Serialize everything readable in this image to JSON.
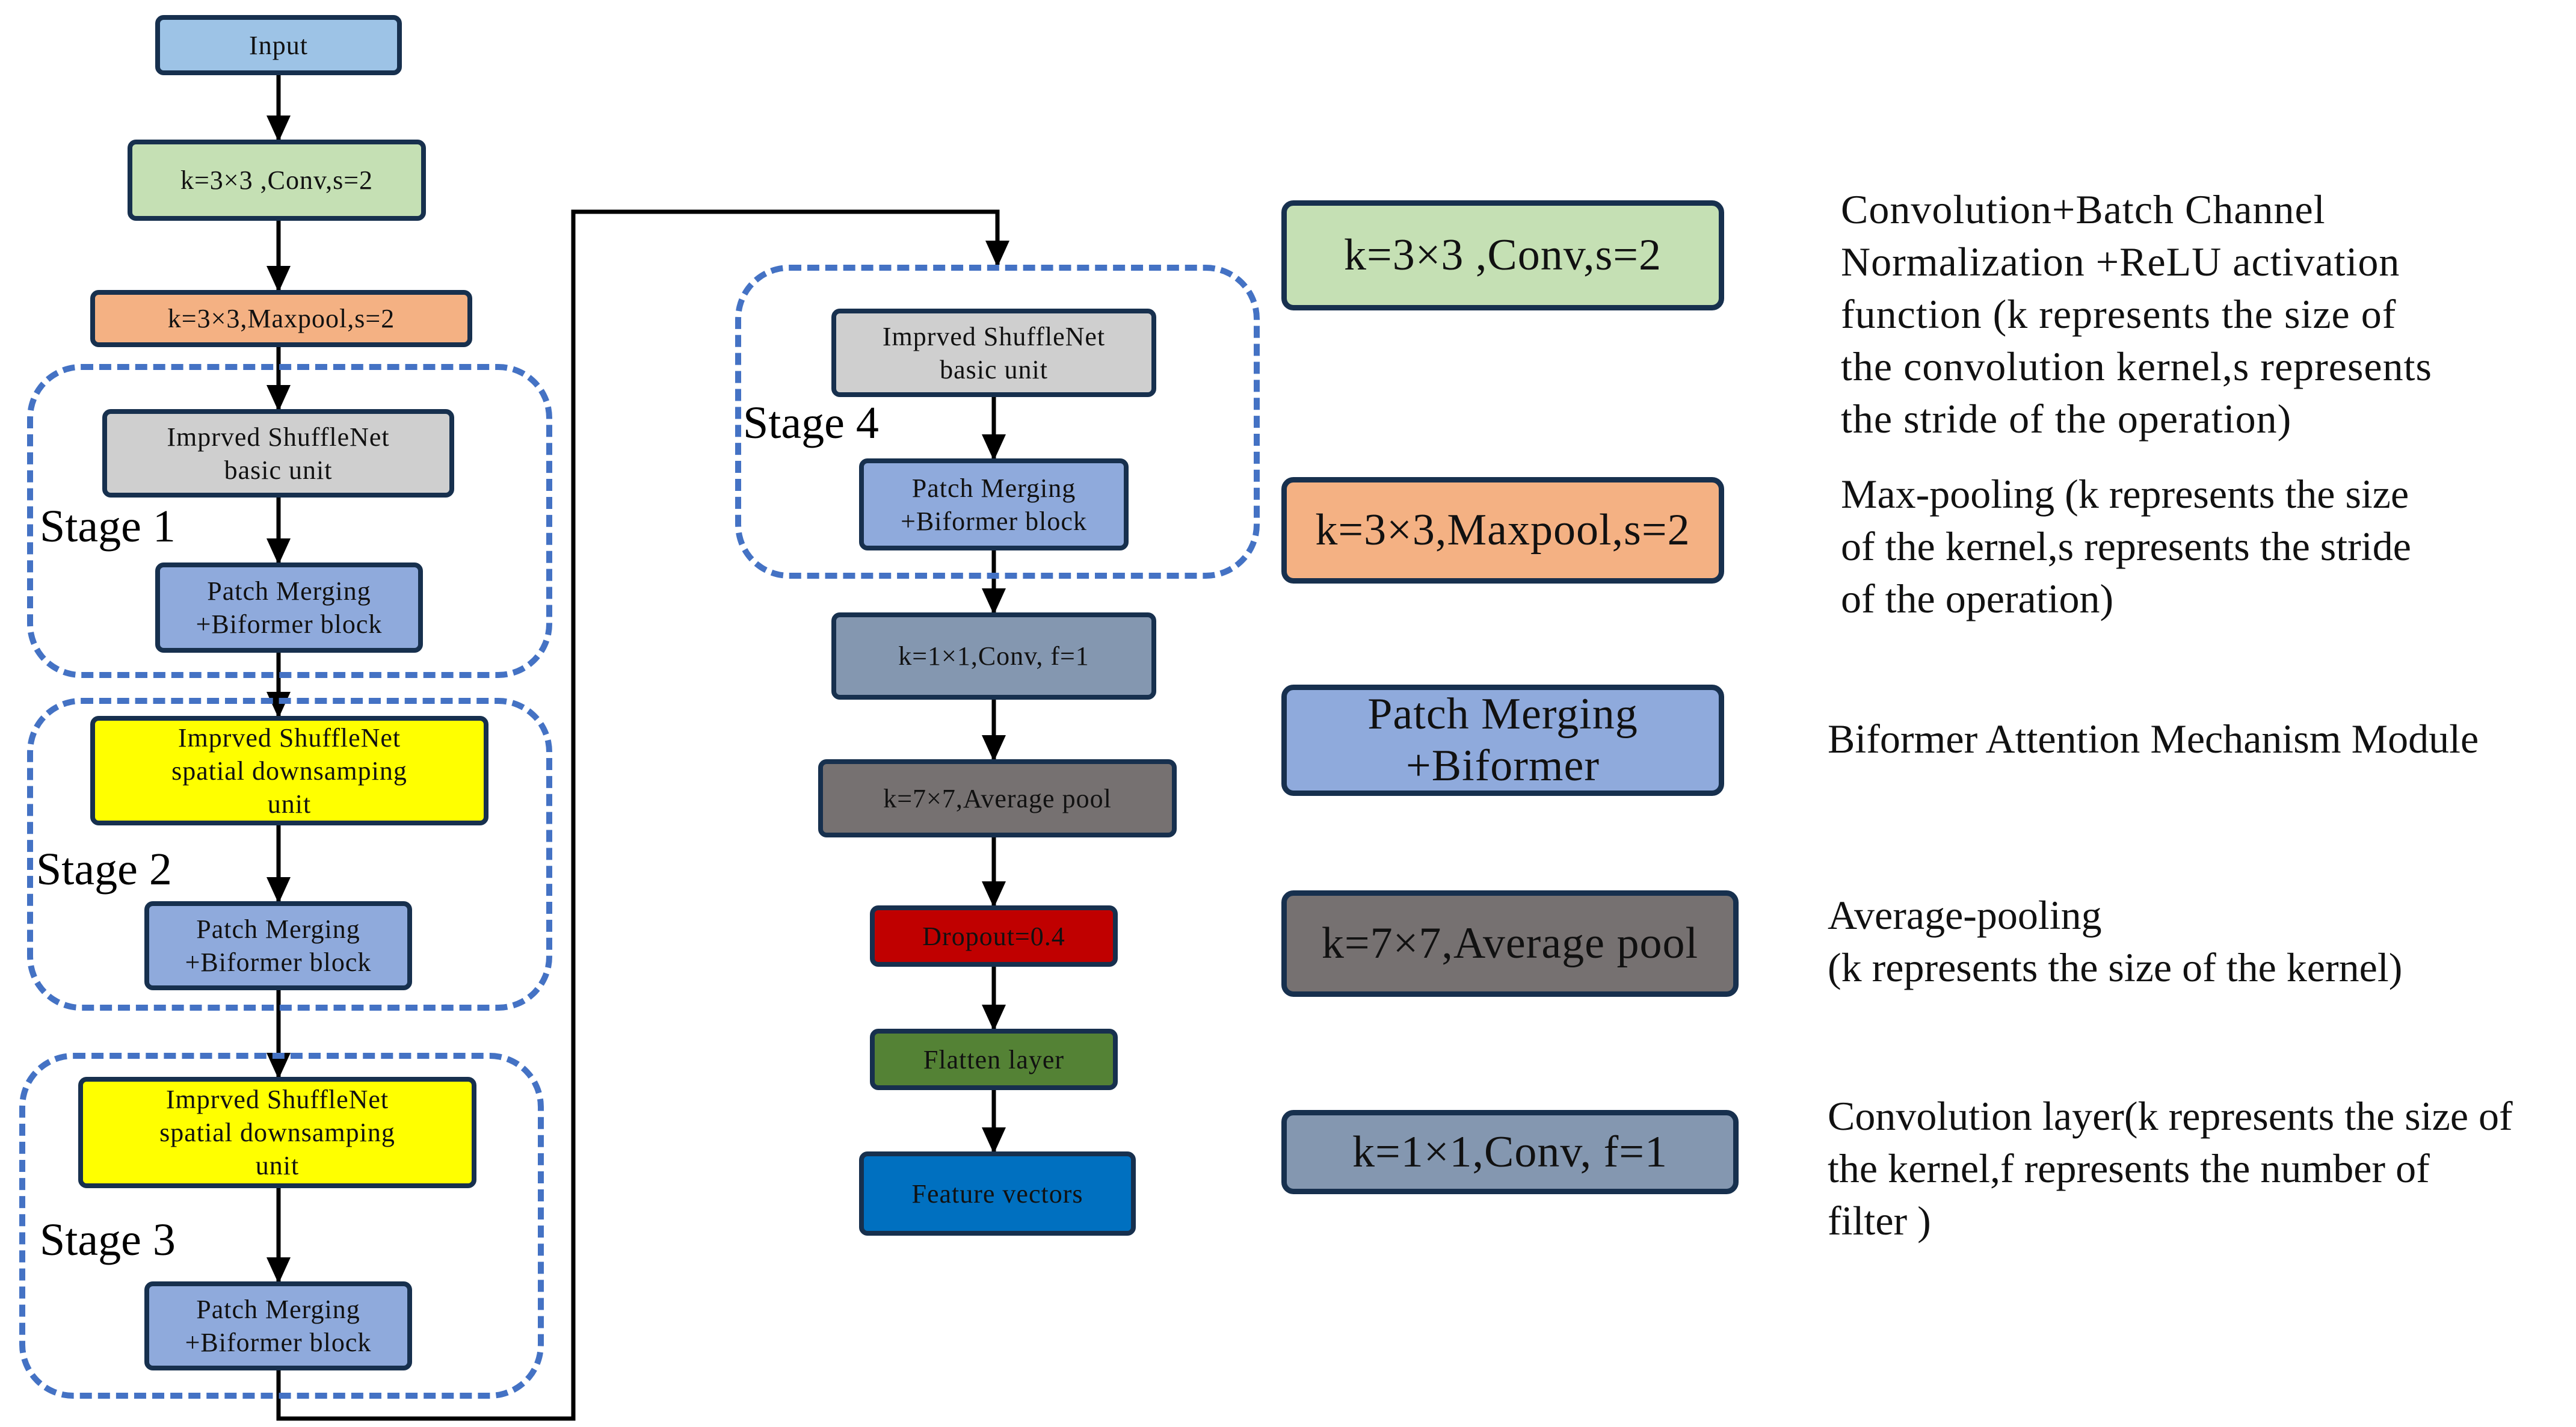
{
  "diagram": {
    "nodes": {
      "input": "Input",
      "conv_first": "k=3×3 ,Conv,s=2",
      "maxpool": "k=3×3,Maxpool,s=2",
      "stage1_unit": "Imprved ShuffleNet\nbasic unit",
      "stage1_patch": "Patch Merging\n+Biformer block",
      "stage2_unit": "Imprved ShuffleNet\nspatial downsamping\nunit",
      "stage2_patch": "Patch Merging\n+Biformer block",
      "stage3_unit": "Imprved ShuffleNet\nspatial downsamping\nunit",
      "stage3_patch": "Patch Merging\n+Biformer block",
      "stage4_unit": "Imprved ShuffleNet\nbasic unit",
      "stage4_patch": "Patch Merging\n+Biformer block",
      "conv1x1": "k=1×1,Conv, f=1",
      "avgpool": "k=7×7,Average pool",
      "dropout": "Dropout=0.4",
      "flatten": "Flatten layer",
      "features": "Feature vectors"
    },
    "stages": {
      "stage1": "Stage 1",
      "stage2": "Stage 2",
      "stage3": "Stage 3",
      "stage4": "Stage 4"
    },
    "edges": [
      [
        "input",
        "conv_first"
      ],
      [
        "conv_first",
        "maxpool"
      ],
      [
        "maxpool",
        "stage1_unit"
      ],
      [
        "stage1_unit",
        "stage1_patch"
      ],
      [
        "stage1_patch",
        "stage2_unit"
      ],
      [
        "stage2_unit",
        "stage2_patch"
      ],
      [
        "stage2_patch",
        "stage3_unit"
      ],
      [
        "stage3_unit",
        "stage3_patch"
      ],
      [
        "stage3_patch",
        "stage4_unit"
      ],
      [
        "stage4_unit",
        "stage4_patch"
      ],
      [
        "stage4_patch",
        "conv1x1"
      ],
      [
        "conv1x1",
        "avgpool"
      ],
      [
        "avgpool",
        "dropout"
      ],
      [
        "dropout",
        "flatten"
      ],
      [
        "flatten",
        "features"
      ]
    ]
  },
  "legend": {
    "conv": {
      "label": "k=3×3 ,Conv,s=2",
      "desc": "Convolution+Batch Channel\nNormalization +ReLU  activation\nfunction (k represents the size of\nthe convolution kernel,s represents\nthe stride of the operation)"
    },
    "maxpool": {
      "label": "k=3×3,Maxpool,s=2",
      "desc": "Max-pooling (k represents the size\nof  the  kernel,s represents the stride\nof the operation)"
    },
    "patch": {
      "label": "Patch Merging\n+Biformer",
      "desc": "Biformer Attention Mechanism Module"
    },
    "avgpool": {
      "label": "k=7×7,Average pool",
      "desc": "Average-pooling\n(k represents the size of  the  kernel)"
    },
    "conv1x1": {
      "label": "k=1×1,Conv, f=1",
      "desc": "Convolution layer(k represents the size of\nthe  kernel,f represents the number of\nfilter )"
    }
  },
  "colors": {
    "input": "#9dc3e6",
    "conv": "#c5e0b4",
    "maxpool": "#f4b183",
    "shufflenet_basic": "#cfcfcf",
    "patch_merging": "#8faadc",
    "shufflenet_down": "#ffff00",
    "conv1x1": "#8497b0",
    "avgpool": "#767171",
    "dropout": "#c00000",
    "flatten": "#548235",
    "features": "#0070c0",
    "stage_frame": "#4472c4",
    "border": "#17304e",
    "arrow": "#000000"
  }
}
